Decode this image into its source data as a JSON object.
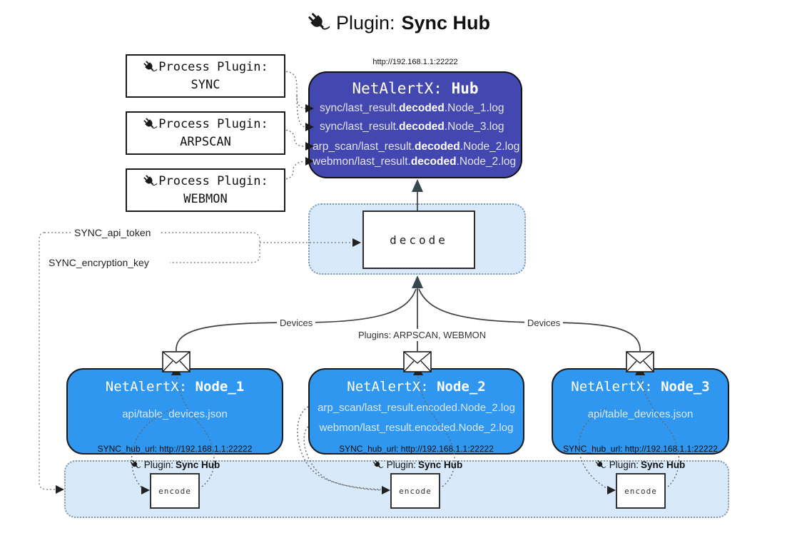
{
  "title": {
    "label": "Plugin:",
    "name": "Sync Hub"
  },
  "process_plugins": [
    {
      "label": "Process Plugin:",
      "name": "SYNC"
    },
    {
      "label": "Process Plugin:",
      "name": "ARPSCAN"
    },
    {
      "label": "Process Plugin:",
      "name": "WEBMON"
    }
  ],
  "hub": {
    "url": "http://192.168.1.1:22222",
    "title_label": "NetAlertX:",
    "title_name": "Hub",
    "lines": [
      {
        "pre": "sync/last_result.",
        "bold": "decoded",
        "post": ".Node_1.log"
      },
      {
        "pre": "sync/last_result.",
        "bold": "decoded",
        "post": ".Node_3.log"
      },
      {
        "pre": "arp_scan/last_result.",
        "bold": "decoded",
        "post": ".Node_2.log"
      },
      {
        "pre": "webmon/last_result.",
        "bold": "decoded",
        "post": ".Node_2.log"
      }
    ]
  },
  "decode_box": {
    "label": "decode"
  },
  "config": {
    "api_token": "SYNC_api_token",
    "encryption_key": "SYNC_encryption_key"
  },
  "edge_labels": {
    "left": "Devices",
    "middle": "Plugins: ARPSCAN, WEBMON",
    "right": "Devices"
  },
  "nodes": [
    {
      "title_label": "NetAlertX:",
      "title_name": "Node_1",
      "lines": [
        "api/table_devices.json"
      ],
      "hub_url": "SYNC_hub_url: http://192.168.1.1:22222"
    },
    {
      "title_label": "NetAlertX:",
      "title_name": "Node_2",
      "lines": [
        "arp_scan/last_result.encoded.Node_2.log",
        "webmon/last_result.encoded.Node_2.log"
      ],
      "hub_url": "SYNC_hub_url: http://192.168.1.1:22222"
    },
    {
      "title_label": "NetAlertX:",
      "title_name": "Node_3",
      "lines": [
        "api/table_devices.json"
      ],
      "hub_url": "SYNC_hub_url: http://192.168.1.1:22222"
    }
  ],
  "encode_sections": [
    {
      "label": "Plugin:",
      "name": "Sync Hub",
      "box": "encode"
    },
    {
      "label": "Plugin:",
      "name": "Sync Hub",
      "box": "encode"
    },
    {
      "label": "Plugin:",
      "name": "Sync Hub",
      "box": "encode"
    }
  ],
  "colors": {
    "hub_fill": "#4348b1",
    "node_fill": "#2f97f0",
    "panel_fill": "#d8e9fa",
    "edge": "#404040",
    "dotted": "#777777",
    "arrow_dark": "#36474f",
    "text_on_blue": "#e3e3ea"
  }
}
